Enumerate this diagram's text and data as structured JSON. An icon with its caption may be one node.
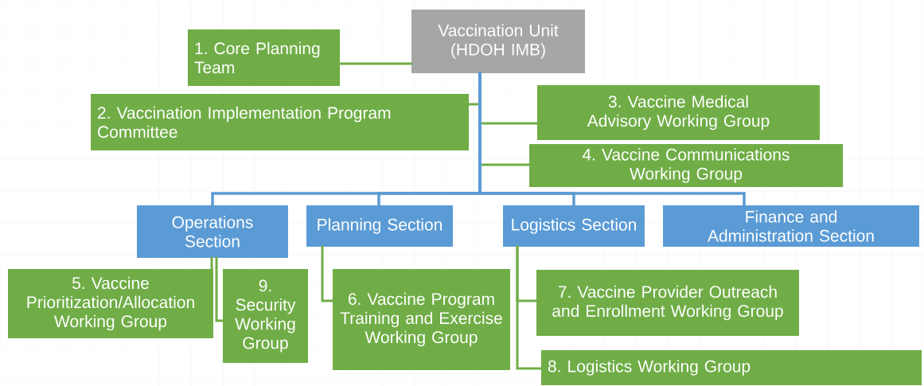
{
  "diagram": {
    "nodes": [
      {
        "text": [
          "Vaccination Unit (HDOH IMB)"
        ]
      },
      {
        "text": [
          "1. Core Planning Team"
        ]
      },
      {
        "text": [
          "2. Vaccination Implementation Program Committee"
        ]
      },
      {
        "text": [
          "3. Vaccine Medical Advisory Working Group"
        ]
      },
      {
        "text": [
          "4. Vaccine Communications Working Group"
        ]
      },
      {
        "text": [
          "Operations Section"
        ]
      },
      {
        "text": [
          "Planning Section"
        ]
      },
      {
        "text": [
          "Logistics Section"
        ]
      },
      {
        "text": [
          "Finance and Administration Section"
        ]
      },
      {
        "text": [
          "5. Vaccine Prioritization/Allocation Working Group"
        ]
      },
      {
        "text": [
          "9. Security Working Group"
        ]
      },
      {
        "text": [
          "6. Vaccine Program Training and Exercise Working Group"
        ]
      },
      {
        "text": [
          "7. Vaccine Provider Outreach and Enrollment Working Group"
        ]
      },
      {
        "text": [
          "8. Logistics Working Group"
        ]
      }
    ],
    "edges": [
      {
        "from": 0,
        "to": 1,
        "arrow": "none"
      },
      {
        "from": 0,
        "to": 2,
        "arrow": "none"
      },
      {
        "from": 0,
        "to": 3,
        "arrow": "none"
      },
      {
        "from": 0,
        "to": 4,
        "arrow": "none"
      },
      {
        "from": 0,
        "to": 5,
        "arrow": "none",
        "color": "#5b9bd5"
      },
      {
        "from": 0,
        "to": 6,
        "arrow": "none",
        "color": "#5b9bd5"
      },
      {
        "from": 0,
        "to": 7,
        "arrow": "none",
        "color": "#5b9bd5"
      },
      {
        "from": 0,
        "to": 8,
        "arrow": "none",
        "color": "#5b9bd5"
      },
      {
        "from": 5,
        "to": 9,
        "arrow": "none"
      },
      {
        "from": 5,
        "to": 10,
        "arrow": "none"
      },
      {
        "from": 6,
        "to": 11,
        "arrow": "none"
      },
      {
        "from": 7,
        "to": 12,
        "arrow": "none"
      },
      {
        "from": 7,
        "to": 13,
        "arrow": "none"
      }
    ]
  }
}
